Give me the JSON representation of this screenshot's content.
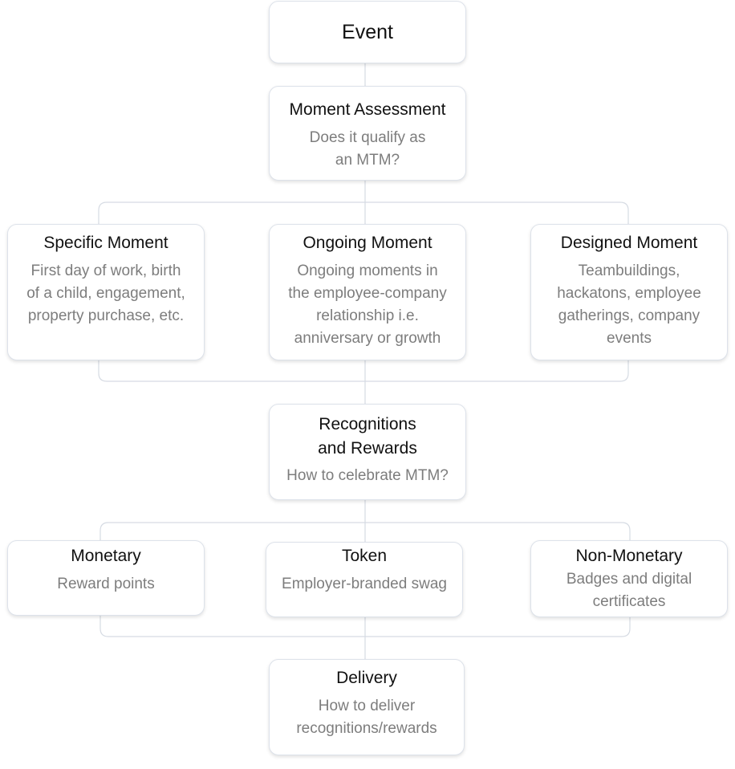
{
  "diagram": {
    "event": {
      "title": "Event"
    },
    "assessment": {
      "title": "Moment Assessment",
      "desc": "Does it qualify as\nan MTM?"
    },
    "moments": [
      {
        "title": "Specific Moment",
        "desc": "First day of work, birth\nof a child, engagement,\nproperty purchase, etc."
      },
      {
        "title": "Ongoing Moment",
        "desc": "Ongoing moments in\nthe employee-company\nrelationship i.e.\nanniversary or growth"
      },
      {
        "title": "Designed Moment",
        "desc": "Teambuildings,\nhackatons, employee\ngatherings, company\nevents"
      }
    ],
    "recognition": {
      "title": "Recognitions\nand Rewards",
      "desc": "How to celebrate MTM?"
    },
    "rewards": [
      {
        "title": "Monetary",
        "desc": "Reward points"
      },
      {
        "title": "Token",
        "desc": "Employer-branded swag"
      },
      {
        "title": "Non-Monetary",
        "desc": "Badges and digital\ncertificates"
      }
    ],
    "delivery": {
      "title": "Delivery",
      "desc": "How to deliver\nrecognitions/rewards"
    }
  },
  "colors": {
    "connector": "#d6dbe3",
    "border": "#dde2ea",
    "title": "#111111",
    "desc": "#7d7d7d"
  }
}
